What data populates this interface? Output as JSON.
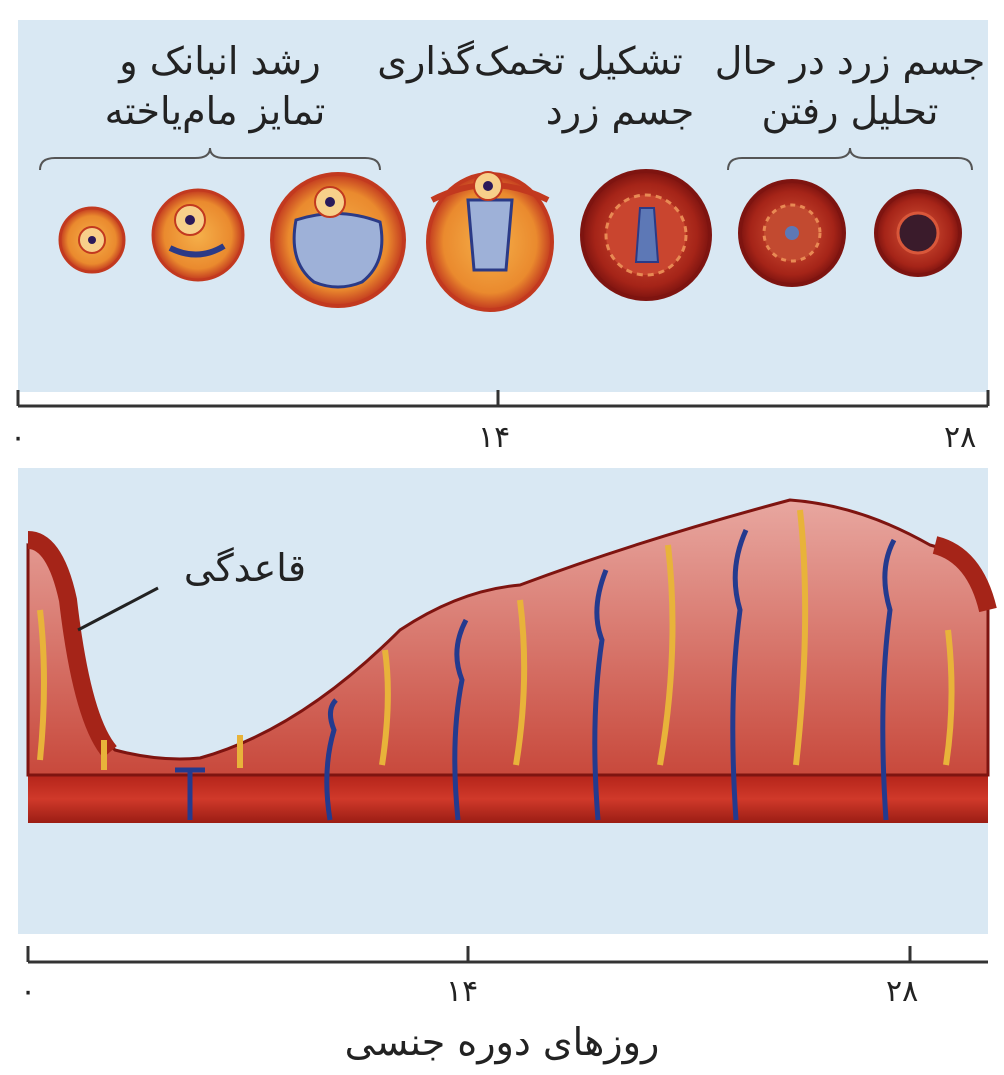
{
  "stage_labels": {
    "follicle_growth": [
      "رشد انبانک و",
      "تمایز مام‌یاخته"
    ],
    "ovulation": "تخمک‌گذاری",
    "formation": "تشکیل",
    "corpus_luteum": "جسم زرد",
    "degenerating": [
      "جسم زرد در حال",
      "تحلیل رفتن"
    ]
  },
  "endometrium_label": "قاعدگی",
  "top_axis_ticks": [
    "۰",
    "۱۴",
    "۲۸"
  ],
  "bottom_axis_ticks": [
    "۰",
    "۱۴",
    "۲۸"
  ],
  "axis_title": "روزهای دوره جنسی"
}
